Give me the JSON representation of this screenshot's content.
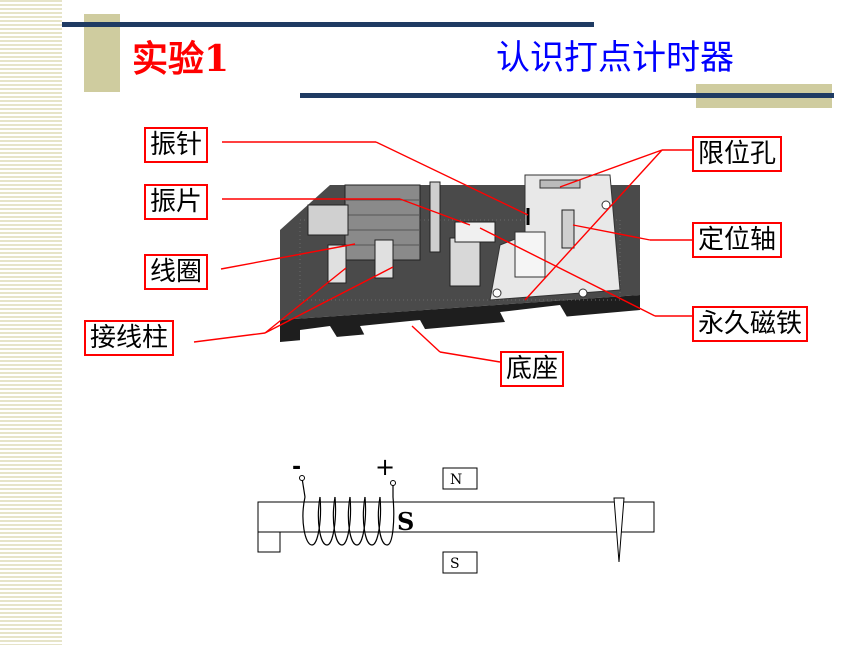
{
  "header": {
    "experiment": "实验1",
    "title": "认识打点计时器"
  },
  "photo_labels": {
    "needle": "振针",
    "reed": "振片",
    "coil": "线圈",
    "terminal": "接线柱",
    "limit_hole": "限位孔",
    "positioning_shaft": "定位轴",
    "permanent_magnet": "永久磁铁",
    "base": "底座"
  },
  "schematic": {
    "minus": "-",
    "plus": "+",
    "pole_s_big": "S",
    "magnet_north": "N",
    "magnet_south": "S"
  },
  "colors": {
    "accent_red": "#ff0000",
    "title_blue": "#0000ff",
    "rule_navy": "#1f3b63",
    "decor_khaki": "#cfcc9f"
  }
}
